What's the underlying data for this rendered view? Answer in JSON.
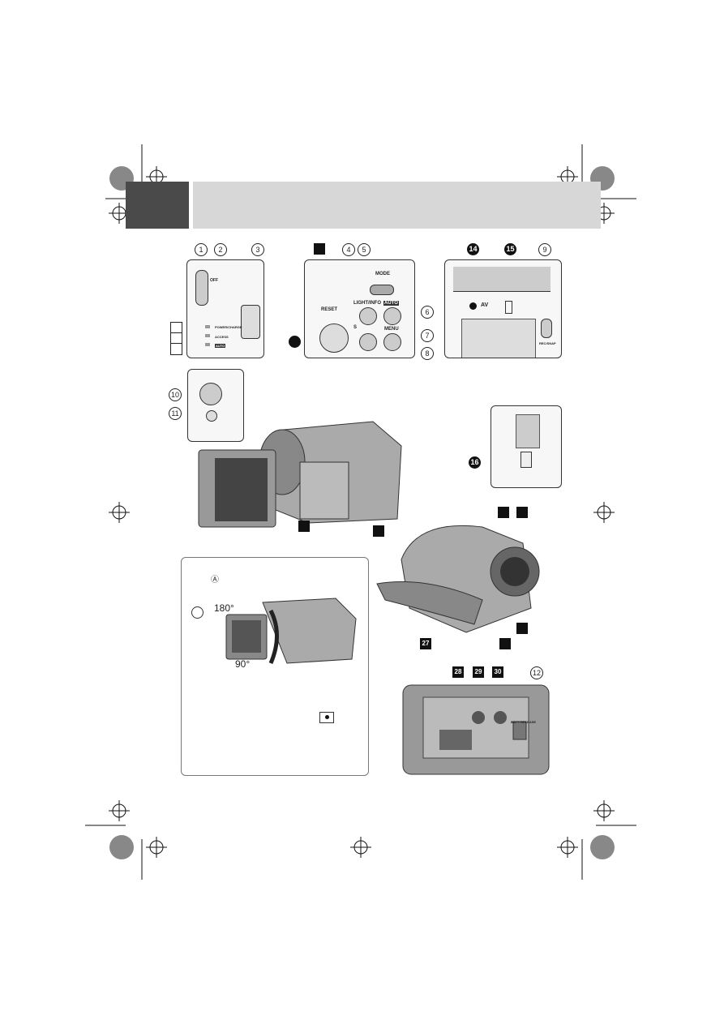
{
  "header": {
    "title": "",
    "section_tab": ""
  },
  "callouts": {
    "c1": "1",
    "c2": "2",
    "c3": "3",
    "c4": "4",
    "c5": "5",
    "c6": "6",
    "c7": "7",
    "c8": "8",
    "c9": "9",
    "c10": "10",
    "c11": "11",
    "c12": "12",
    "c14": "14",
    "c15": "15",
    "c16": "16",
    "c27": "27",
    "c28": "28",
    "c29": "29",
    "c30": "30"
  },
  "panel_top_left": {
    "lbl_off": "OFF",
    "lbl_power": "POWER/CHARGE",
    "lbl_access": "ACCESS",
    "lbl_auto": "AUTO"
  },
  "panel_top_mid": {
    "lbl_mode": "MODE",
    "lbl_reset": "RESET",
    "lbl_light": "LIGHT/INFO",
    "lbl_auto": "AUTO",
    "lbl_menu": "MENU",
    "lbl_s": "S"
  },
  "panel_top_right": {
    "lbl_av": "AV",
    "lbl_snap": "REC/SNAP"
  },
  "lcd_box": {
    "marker": "Ⓐ",
    "angle_180": "180°",
    "angle_90": "90°"
  },
  "bottom_view": {
    "lbl_batt": "BATT. RELEASE"
  }
}
